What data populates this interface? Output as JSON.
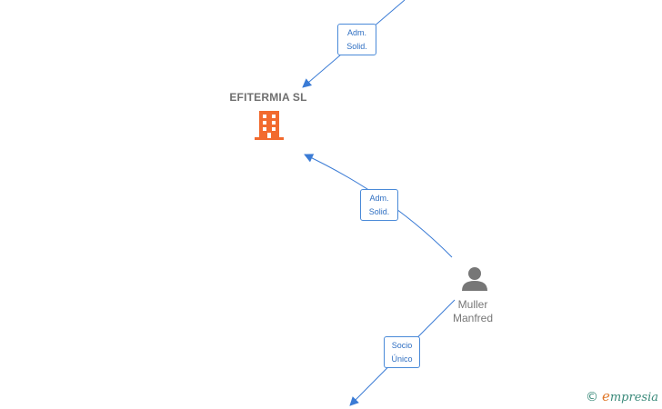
{
  "company": {
    "name": "EFITERMIA  SL",
    "icon": "building-icon",
    "color": "#f26a2e"
  },
  "person": {
    "name_line1": "Muller",
    "name_line2": "Manfred",
    "icon": "person-icon",
    "color": "#777777"
  },
  "edges": [
    {
      "line1": "Adm.",
      "line2": "Solid."
    },
    {
      "line1": "Adm.",
      "line2": "Solid."
    },
    {
      "line1": "Socio",
      "line2": "Único"
    }
  ],
  "brand": {
    "copyright": "©",
    "initial": "e",
    "name": "mpresia"
  },
  "colors": {
    "edge": "#3a7bd5",
    "edge_text": "#2f6fc2"
  }
}
